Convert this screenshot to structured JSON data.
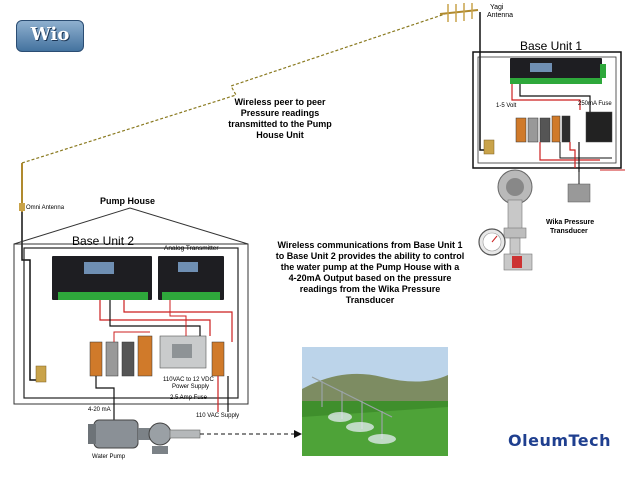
{
  "logo": {
    "text": "Wio"
  },
  "brand": {
    "text": "OleumTech"
  },
  "labels": {
    "yagi_line1": "Yagi",
    "yagi_line2": "Antenna",
    "base_unit_1": "Base Unit 1",
    "base_unit_2": "Base Unit 2",
    "pump_house": "Pump House",
    "omni_antenna": "Omni Antenna",
    "analog_transmitter": "Analog Transmitter",
    "volt_1_5": "1-5 Volt",
    "fuse_250ma": "250mA Fuse",
    "wika_line1": "Wika Pressure",
    "wika_line2": "Transducer",
    "power_supply_line1": "110VAC to 12 VDC",
    "power_supply_line2": "Power Supply",
    "fuse_2_5a": "2.5 Amp Fuse",
    "vac_supply": "110 VAC Supply",
    "ma_4_20": "4-20 mA",
    "water_pump": "Water Pump"
  },
  "notes": {
    "peer_to_peer": [
      "Wireless peer to peer",
      "Pressure readings",
      "transmitted to the Pump",
      "House Unit"
    ],
    "communications": [
      "Wireless communications from Base Unit 1",
      "to Base Unit 2 provides the ability to control",
      "the water pump at the Pump House with a",
      "4-20mA Output based on the pressure",
      "readings from the Wika Pressure",
      "Transducer"
    ]
  },
  "colors": {
    "wire_red": "#cc1f1f",
    "wire_black": "#111111",
    "module_dark": "#1e1e22",
    "terminal_green": "#2ea83b",
    "logo_blue": "#44739f",
    "brand_blue": "#1f3f8f"
  }
}
